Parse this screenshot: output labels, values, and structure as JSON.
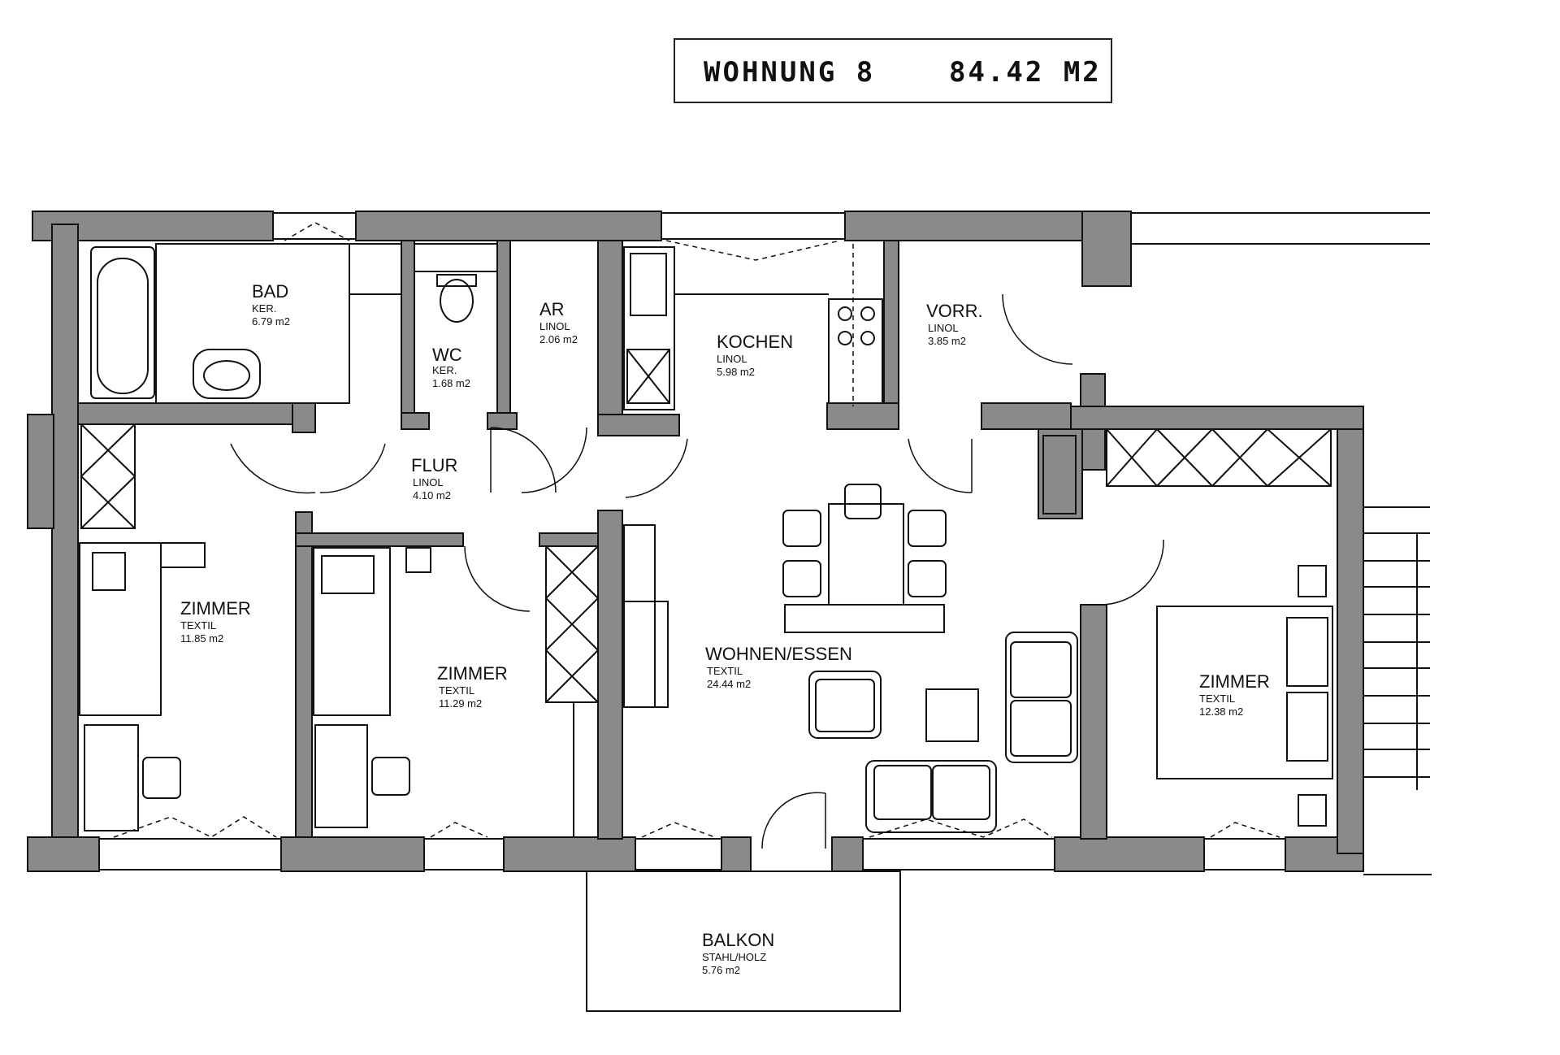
{
  "title": {
    "unit": "WOHNUNG 8",
    "area": "84.42 M2"
  },
  "rooms": {
    "bad": {
      "name": "BAD",
      "floor": "KER.",
      "area": "6.79 m2"
    },
    "wc": {
      "name": "WC",
      "floor": "KER.",
      "area": "1.68 m2"
    },
    "ar": {
      "name": "AR",
      "floor": "LINOL",
      "area": "2.06 m2"
    },
    "kochen": {
      "name": "KOCHEN",
      "floor": "LINOL",
      "area": "5.98 m2"
    },
    "vorr": {
      "name": "VORR.",
      "floor": "LINOL",
      "area": "3.85 m2"
    },
    "flur": {
      "name": "FLUR",
      "floor": "LINOL",
      "area": "4.10 m2"
    },
    "zimmer_left": {
      "name": "ZIMMER",
      "floor": "TEXTIL",
      "area": "11.85 m2"
    },
    "zimmer_middle": {
      "name": "ZIMMER",
      "floor": "TEXTIL",
      "area": "11.29 m2"
    },
    "wohnen": {
      "name": "WOHNEN/ESSEN",
      "floor": "TEXTIL",
      "area": "24.44 m2"
    },
    "zimmer_right": {
      "name": "ZIMMER",
      "floor": "TEXTIL",
      "area": "12.38 m2"
    },
    "balkon": {
      "name": "BALKON",
      "floor": "STAHL/HOLZ",
      "area": "5.76 m2"
    }
  }
}
